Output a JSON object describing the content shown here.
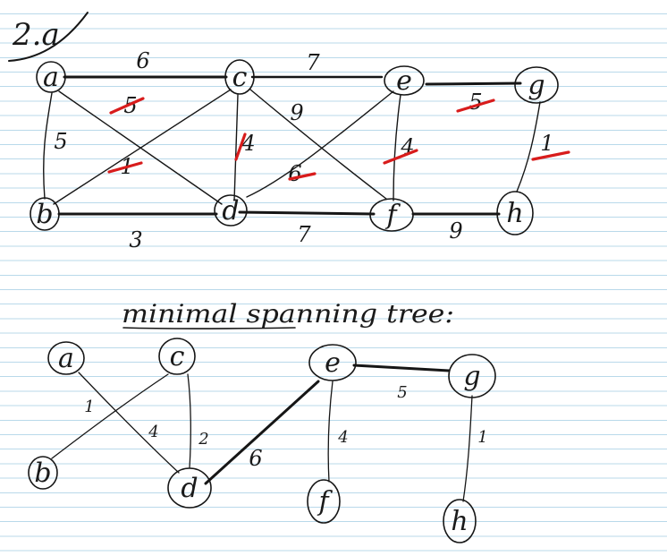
{
  "title": "2.a",
  "subtitle": "minimal spanning tree:",
  "colors": {
    "ink": "#161616",
    "crossout": "#d81c1c",
    "rule_line": "#b9d9ea"
  },
  "graph": {
    "nodes": [
      "a",
      "c",
      "e",
      "g",
      "b",
      "d",
      "f",
      "h"
    ],
    "edges": [
      {
        "from": "a",
        "to": "c",
        "weight": "6"
      },
      {
        "from": "c",
        "to": "e",
        "weight": "7"
      },
      {
        "from": "e",
        "to": "g",
        "weight": "5"
      },
      {
        "from": "a",
        "to": "b",
        "weight": "5"
      },
      {
        "from": "b",
        "to": "d",
        "weight": "3"
      },
      {
        "from": "d",
        "to": "f",
        "weight": "7"
      },
      {
        "from": "f",
        "to": "h",
        "weight": "9"
      },
      {
        "from": "a",
        "to": "d",
        "weight": "5"
      },
      {
        "from": "c",
        "to": "b",
        "weight": "1"
      },
      {
        "from": "c",
        "to": "d",
        "weight": "4"
      },
      {
        "from": "c",
        "to": "f",
        "weight": "9"
      },
      {
        "from": "e",
        "to": "d",
        "weight": "6"
      },
      {
        "from": "e",
        "to": "f",
        "weight": "4"
      },
      {
        "from": "g",
        "to": "h",
        "weight": "1"
      }
    ]
  },
  "mst": {
    "nodes": [
      "a",
      "c",
      "e",
      "g",
      "b",
      "d",
      "f",
      "h"
    ],
    "edges": [
      {
        "from": "c",
        "to": "b",
        "weight": "1"
      },
      {
        "from": "a",
        "to": "d",
        "weight": "4"
      },
      {
        "from": "c",
        "to": "d",
        "weight": "2"
      },
      {
        "from": "d",
        "to": "e",
        "weight": "6"
      },
      {
        "from": "e",
        "to": "g",
        "weight": "5"
      },
      {
        "from": "e",
        "to": "f",
        "weight": "4"
      },
      {
        "from": "g",
        "to": "h",
        "weight": "1"
      }
    ]
  }
}
